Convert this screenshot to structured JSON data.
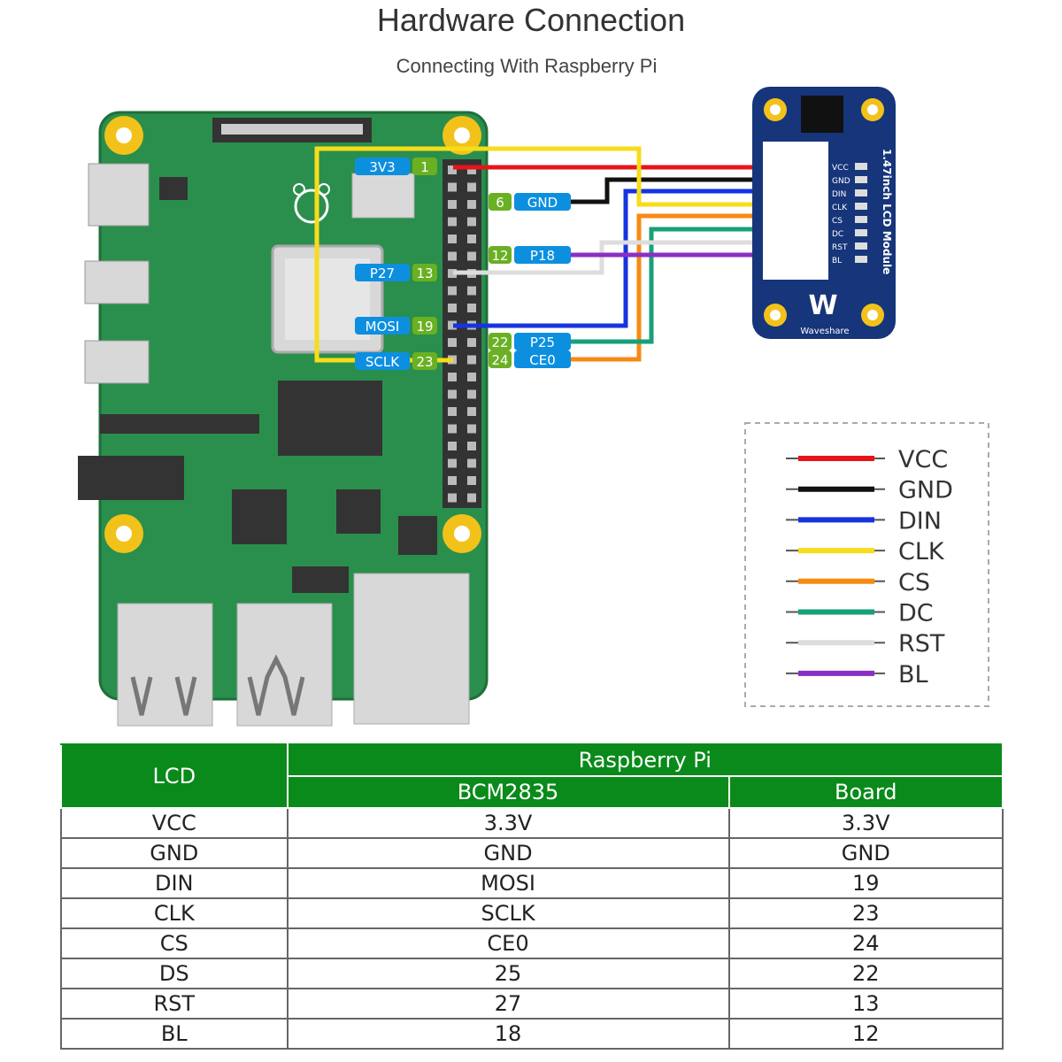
{
  "header": {
    "title": "Hardware Connection",
    "subtitle": "Connecting With Raspberry Pi"
  },
  "colors": {
    "board_green": "#2a8f4c",
    "pcb_dark": "#1f6f3a",
    "gold": "#f2c21b",
    "module_blue": "#16357a",
    "label_blue": "#0d8fe0",
    "label_green": "#6ab023",
    "table_green": "#0a8a1a"
  },
  "pi_labels": {
    "left": [
      {
        "name": "3V3",
        "pin": "1"
      },
      {
        "name": "P27",
        "pin": "13"
      },
      {
        "name": "MOSI",
        "pin": "19"
      },
      {
        "name": "SCLK",
        "pin": "23"
      }
    ],
    "right": [
      {
        "pin": "6",
        "name": "GND"
      },
      {
        "pin": "12",
        "name": "P18"
      },
      {
        "pin": "22",
        "name": "P25"
      },
      {
        "pin": "24",
        "name": "CE0"
      }
    ]
  },
  "module": {
    "title": "1.47inch LCD Module",
    "brand": "Waveshare",
    "pins": [
      "VCC",
      "GND",
      "DIN",
      "CLK",
      "CS",
      "DC",
      "RST",
      "BL"
    ]
  },
  "legend": [
    {
      "label": "VCC",
      "color": "#e8141b"
    },
    {
      "label": "GND",
      "color": "#111111"
    },
    {
      "label": "DIN",
      "color": "#1534e0"
    },
    {
      "label": "CLK",
      "color": "#f7dc1a"
    },
    {
      "label": "CS",
      "color": "#f78a13"
    },
    {
      "label": "DC",
      "color": "#17a07a"
    },
    {
      "label": "RST",
      "color": "#dddddd"
    },
    {
      "label": "BL",
      "color": "#8a2fc4"
    }
  ],
  "table": {
    "col_lcd": "LCD",
    "group_header": "Raspberry Pi",
    "col_bcm": "BCM2835",
    "col_board": "Board",
    "rows": [
      [
        "VCC",
        "3.3V",
        "3.3V"
      ],
      [
        "GND",
        "GND",
        "GND"
      ],
      [
        "DIN",
        "MOSI",
        "19"
      ],
      [
        "CLK",
        "SCLK",
        "23"
      ],
      [
        "CS",
        "CE0",
        "24"
      ],
      [
        "DS",
        "25",
        "22"
      ],
      [
        "RST",
        "27",
        "13"
      ],
      [
        "BL",
        "18",
        "12"
      ]
    ]
  }
}
